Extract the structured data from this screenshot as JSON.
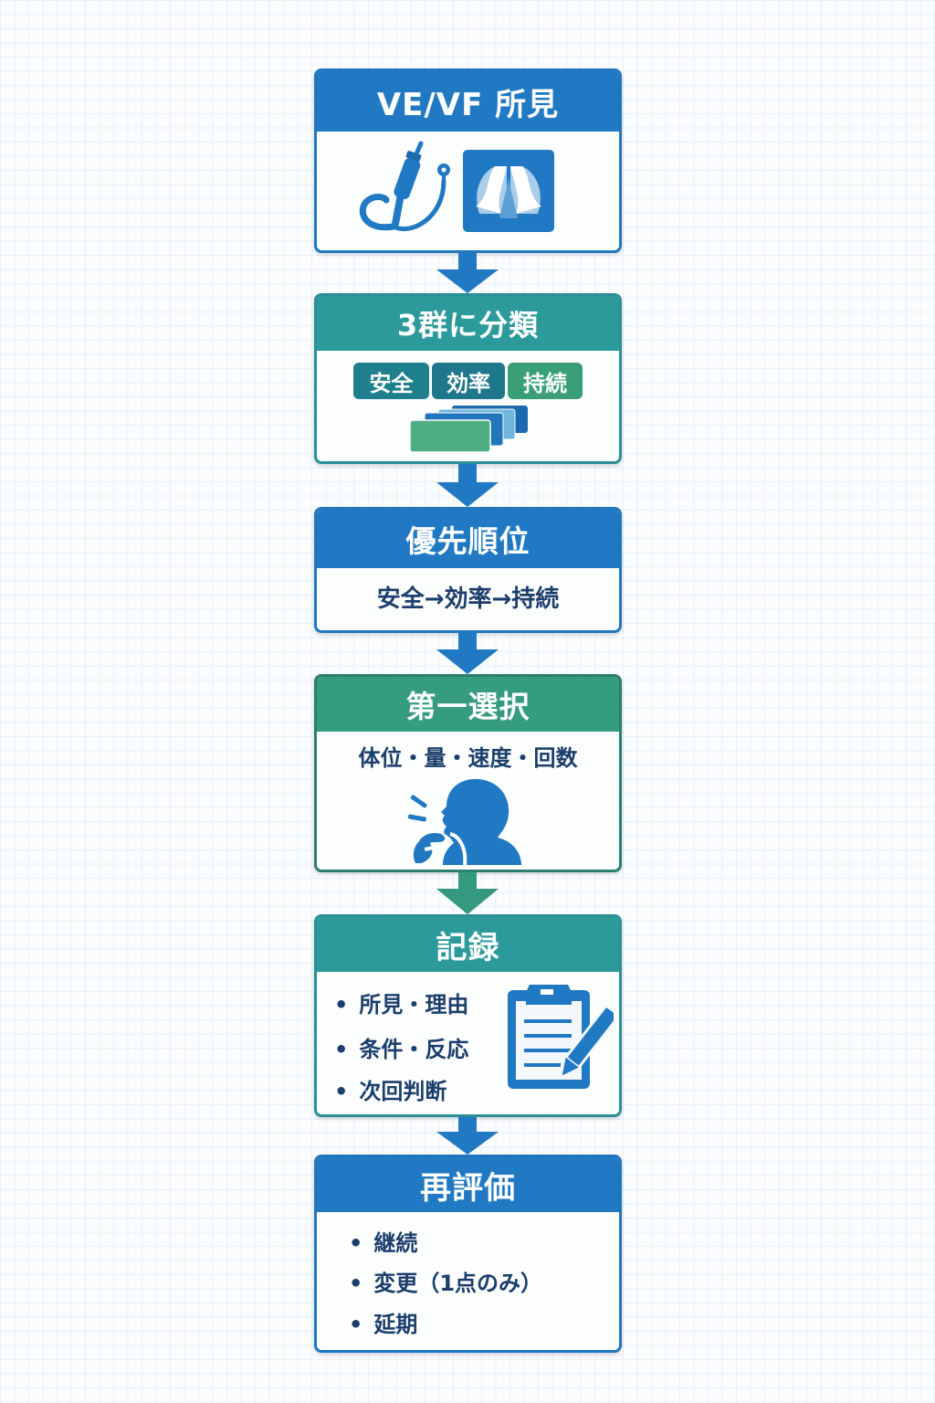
{
  "colors": {
    "blue": "#2079c2",
    "teal": "#2c9a9b",
    "green": "#359c7f",
    "text_dark": "#1b3e6b",
    "grid": "#eaf0f5"
  },
  "steps": [
    {
      "title": "VE/VF 所見",
      "color": "blue",
      "icons": [
        "endoscope-icon",
        "fluoroscopy-xray-icon"
      ]
    },
    {
      "title": "3群に分類",
      "color": "teal",
      "tags": [
        {
          "label": "安全",
          "color": "#1f7f8c"
        },
        {
          "label": "効率",
          "color": "#1f778c"
        },
        {
          "label": "持続",
          "color": "#3a9e78"
        }
      ],
      "icons": [
        "stacked-cards-icon"
      ]
    },
    {
      "title": "優先順位",
      "color": "blue",
      "body": "安全→効率→持続"
    },
    {
      "title": "第一選択",
      "color": "green",
      "body": "体位・量・速度・回数",
      "icons": [
        "swallowing-person-icon"
      ]
    },
    {
      "title": "記録",
      "color": "teal",
      "bullets": [
        "所見・理由",
        "条件・反応",
        "次回判断"
      ],
      "icons": [
        "clipboard-pencil-icon"
      ]
    },
    {
      "title": "再評価",
      "color": "blue",
      "bullets": [
        "継続",
        "変更（1点のみ）",
        "延期"
      ]
    }
  ]
}
